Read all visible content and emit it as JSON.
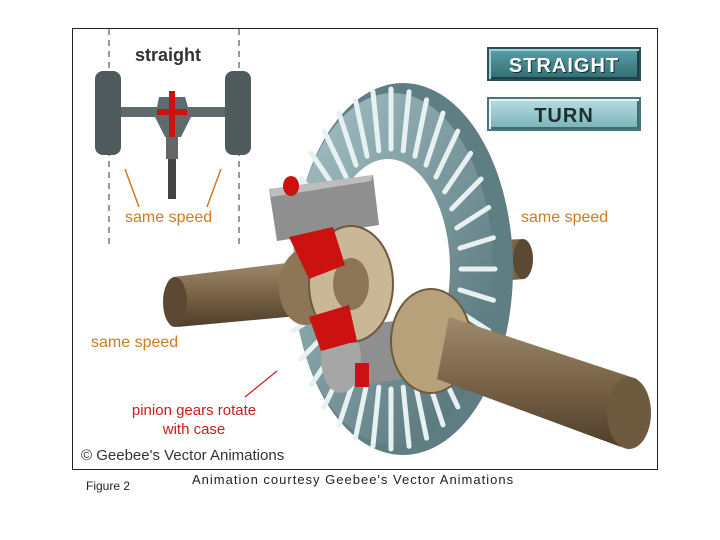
{
  "diagram": {
    "inset_title": "straight",
    "labels": {
      "inset_same_speed": "same speed",
      "right_same_speed": "same speed",
      "left_same_speed": "same speed",
      "pinion_note_line1": "pinion gears rotate",
      "pinion_note_line2": "with case"
    },
    "copyright": "© Geebee's Vector Animations"
  },
  "buttons": {
    "straight": "STRAIGHT",
    "turn": "TURN"
  },
  "caption": {
    "figure": "Figure 2",
    "credit": "Animation courtesy Geebee's Vector Animations"
  },
  "colors": {
    "ring_gear": "#7a9ea6",
    "axle": "#7a6448",
    "pinion_red": "#cc1111",
    "label_tan": "#d07a20",
    "label_red": "#cc1a1a",
    "button_teal": "#3f8a90"
  }
}
